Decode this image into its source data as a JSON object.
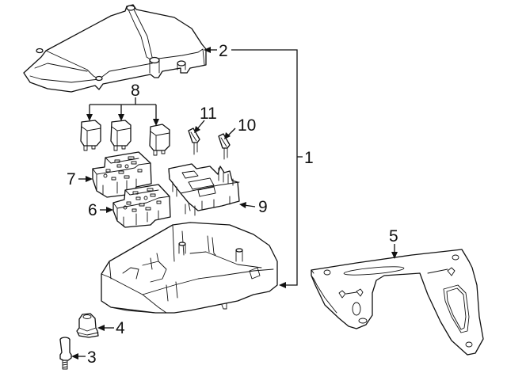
{
  "diagram": {
    "title": "Fuse and relay box assembly exploded view",
    "line_color": "#111111",
    "background": "#ffffff",
    "callouts": [
      {
        "id": "1",
        "label": "1",
        "part": "Fuse and relay box assembly"
      },
      {
        "id": "2",
        "label": "2",
        "part": "Upper cover"
      },
      {
        "id": "3",
        "label": "3",
        "part": "Mounting stud"
      },
      {
        "id": "4",
        "label": "4",
        "part": "Grommet / nut"
      },
      {
        "id": "5",
        "label": "5",
        "part": "Mounting bracket"
      },
      {
        "id": "6",
        "label": "6",
        "part": "Fuse holder (lower)"
      },
      {
        "id": "7",
        "label": "7",
        "part": "Fuse holder (upper)"
      },
      {
        "id": "8",
        "label": "8",
        "part": "Relays",
        "count": 3
      },
      {
        "id": "9",
        "label": "9",
        "part": "Relay carrier"
      },
      {
        "id": "10",
        "label": "10",
        "part": "Fuse"
      },
      {
        "id": "11",
        "label": "11",
        "part": "Fuse"
      }
    ]
  }
}
